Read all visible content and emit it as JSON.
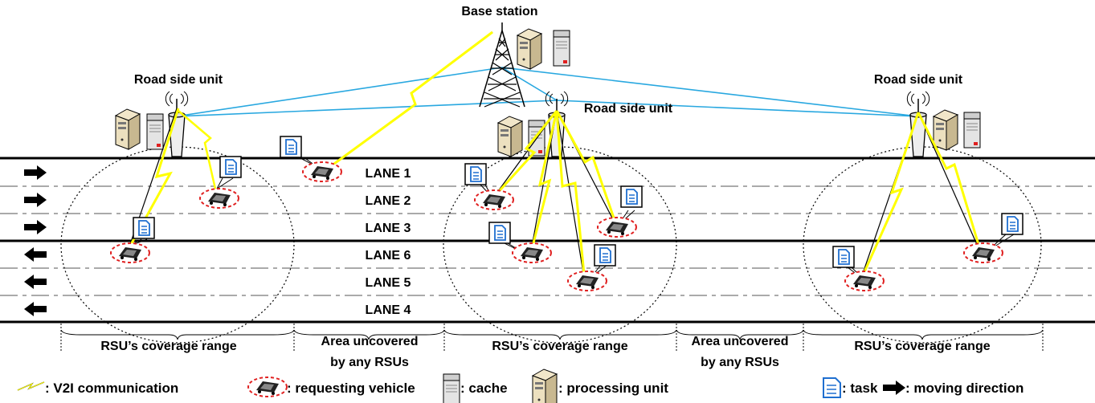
{
  "title": {
    "base_station": "Base station",
    "rsu_left": "Road side unit",
    "rsu_middle": "Road side unit",
    "rsu_right": "Road side unit"
  },
  "lanes": [
    "LANE 1",
    "LANE 2",
    "LANE 3",
    "LANE 6",
    "LANE 5",
    "LANE 4"
  ],
  "ranges": {
    "coverage_1": "RSU’s coverage range",
    "uncovered_1_line1": "Area uncovered",
    "uncovered_1_line2": "by any RSUs",
    "coverage_2": "RSU’s coverage range",
    "uncovered_2_line1": "Area uncovered",
    "uncovered_2_line2": "by any RSUs",
    "coverage_3": "RSU’s coverage range"
  },
  "legend": {
    "v2i": ": V2I communication",
    "vehicle": ": requesting vehicle",
    "cache": ": cache",
    "processing": ": processing unit",
    "task": ": task",
    "direction": ": moving direction"
  },
  "colors": {
    "link_blue": "#29a8e0",
    "lightning_yellow": "#ffff00",
    "vehicle_ring": "#e02020",
    "task_blue": "#1f6fd0"
  }
}
